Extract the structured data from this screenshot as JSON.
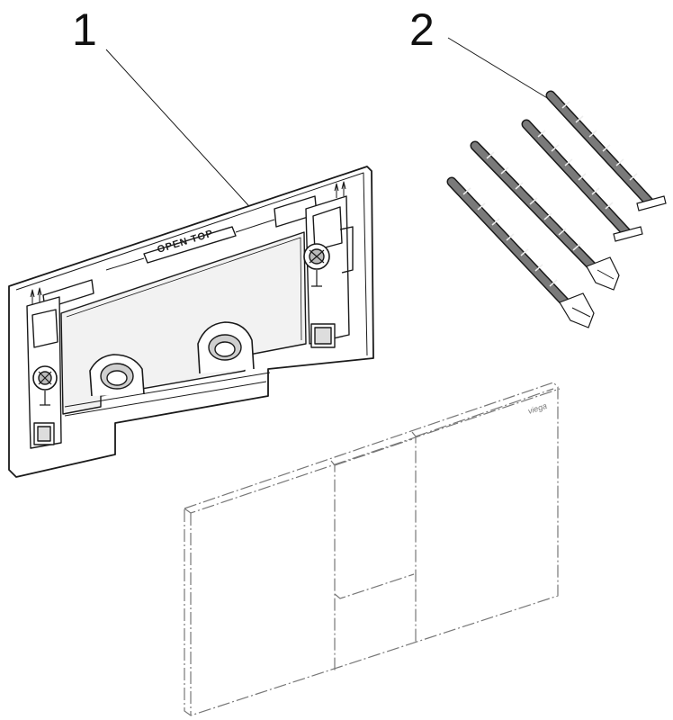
{
  "callouts": {
    "part1": "1",
    "part2": "2"
  },
  "frame": {
    "embossed_text": "OPEN TOP"
  },
  "plate": {
    "brand_mark": "viega"
  },
  "icons": {
    "frame": "mounting-frame-icon",
    "rods": "threaded-rod-icon",
    "plate": "flush-plate-icon"
  },
  "colors": {
    "line": "#1a1a1a",
    "rod_fill": "#7a7a7a",
    "frame_shade": "#f2f2f2",
    "plate_line": "#777777"
  }
}
